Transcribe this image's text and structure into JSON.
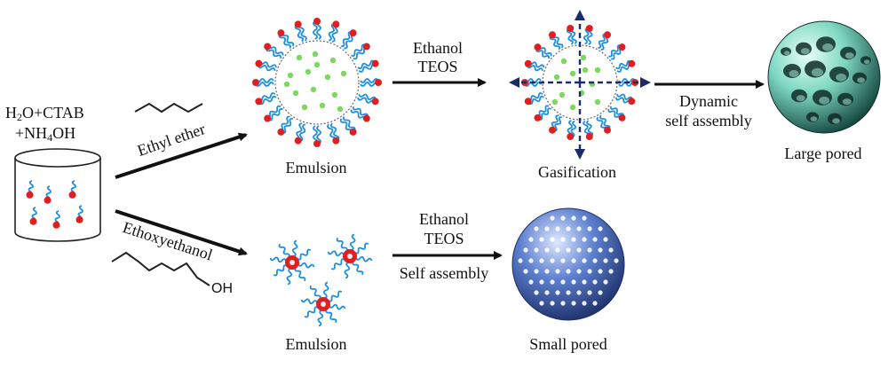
{
  "reagents": {
    "line1_a": "H",
    "line1_sub": "2",
    "line1_b": "O+CTAB",
    "line2_a": "+NH",
    "line2_sub": "4",
    "line2_b": "OH"
  },
  "paths": {
    "top_solvent": "Ethyl ether",
    "bottom_solvent": "Ethoxyethanol",
    "bottom_solvent_group": "OH"
  },
  "stages": {
    "top_emulsion": "Emulsion",
    "bottom_emulsion": "Emulsion",
    "gasification": "Gasification",
    "large_pored": "Large pored",
    "small_pored": "Small pored"
  },
  "steps": {
    "top_reagent_1": "Ethanol",
    "top_reagent_2": "TEOS",
    "bottom_reagent_1": "Ethanol",
    "bottom_reagent_2": "TEOS",
    "bottom_process": "Self assembly",
    "dynamic_1": "Dynamic",
    "dynamic_2": "self assembly"
  },
  "colors": {
    "surfactant_tail": "#1e8fe0",
    "surfactant_head": "#e02020",
    "green_dot": "#7cd860",
    "arrow": "#111111",
    "dashed_arrow": "#1a2d6a"
  }
}
